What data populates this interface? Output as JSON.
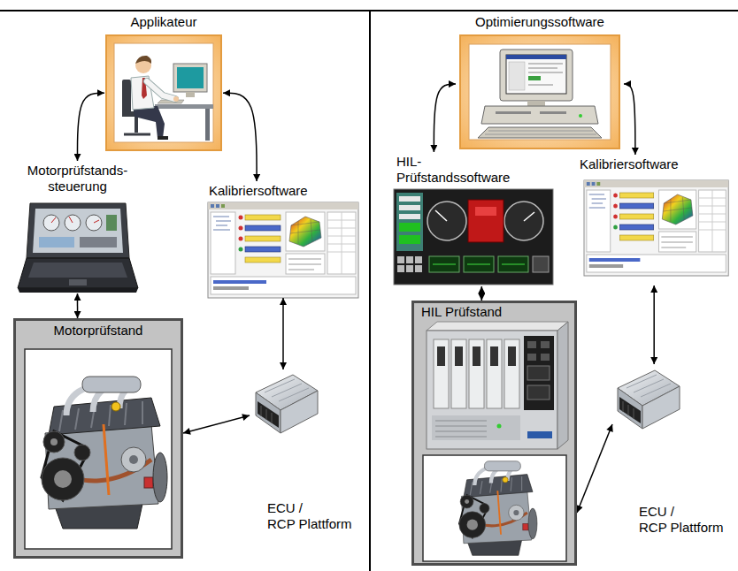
{
  "diagram": {
    "nodes": [
      {
        "text": [
          "Applikateur"
        ]
      },
      {
        "text": [
          "Motorprüfstands- steuerung"
        ]
      },
      {
        "text": [
          "Kalibriersoftware"
        ]
      },
      {
        "text": [
          "Motorprüfstand"
        ]
      },
      {
        "text": [
          "ECU / RCP Plattform"
        ]
      },
      {
        "text": [
          "Optimierungssoftware"
        ]
      },
      {
        "text": [
          "HIL- Prüfstandssoftware"
        ]
      },
      {
        "text": [
          "Kalibriersoftware"
        ]
      },
      {
        "text": [
          "HIL Prüfstand"
        ]
      },
      {
        "text": [
          "ECU / RCP Plattform"
        ]
      }
    ],
    "edges": [
      {
        "from": 0,
        "to": 1,
        "arrow": "both"
      },
      {
        "from": 0,
        "to": 2,
        "arrow": "both"
      },
      {
        "from": 1,
        "to": 3,
        "arrow": "both"
      },
      {
        "from": 2,
        "to": 4,
        "arrow": "both"
      },
      {
        "from": 3,
        "to": 4,
        "arrow": "both"
      },
      {
        "from": 5,
        "to": 6,
        "arrow": "both"
      },
      {
        "from": 5,
        "to": 7,
        "arrow": "both"
      },
      {
        "from": 6,
        "to": 8,
        "arrow": "both"
      },
      {
        "from": 7,
        "to": 9,
        "arrow": "both"
      },
      {
        "from": 8,
        "to": 9,
        "arrow": "both"
      }
    ]
  }
}
